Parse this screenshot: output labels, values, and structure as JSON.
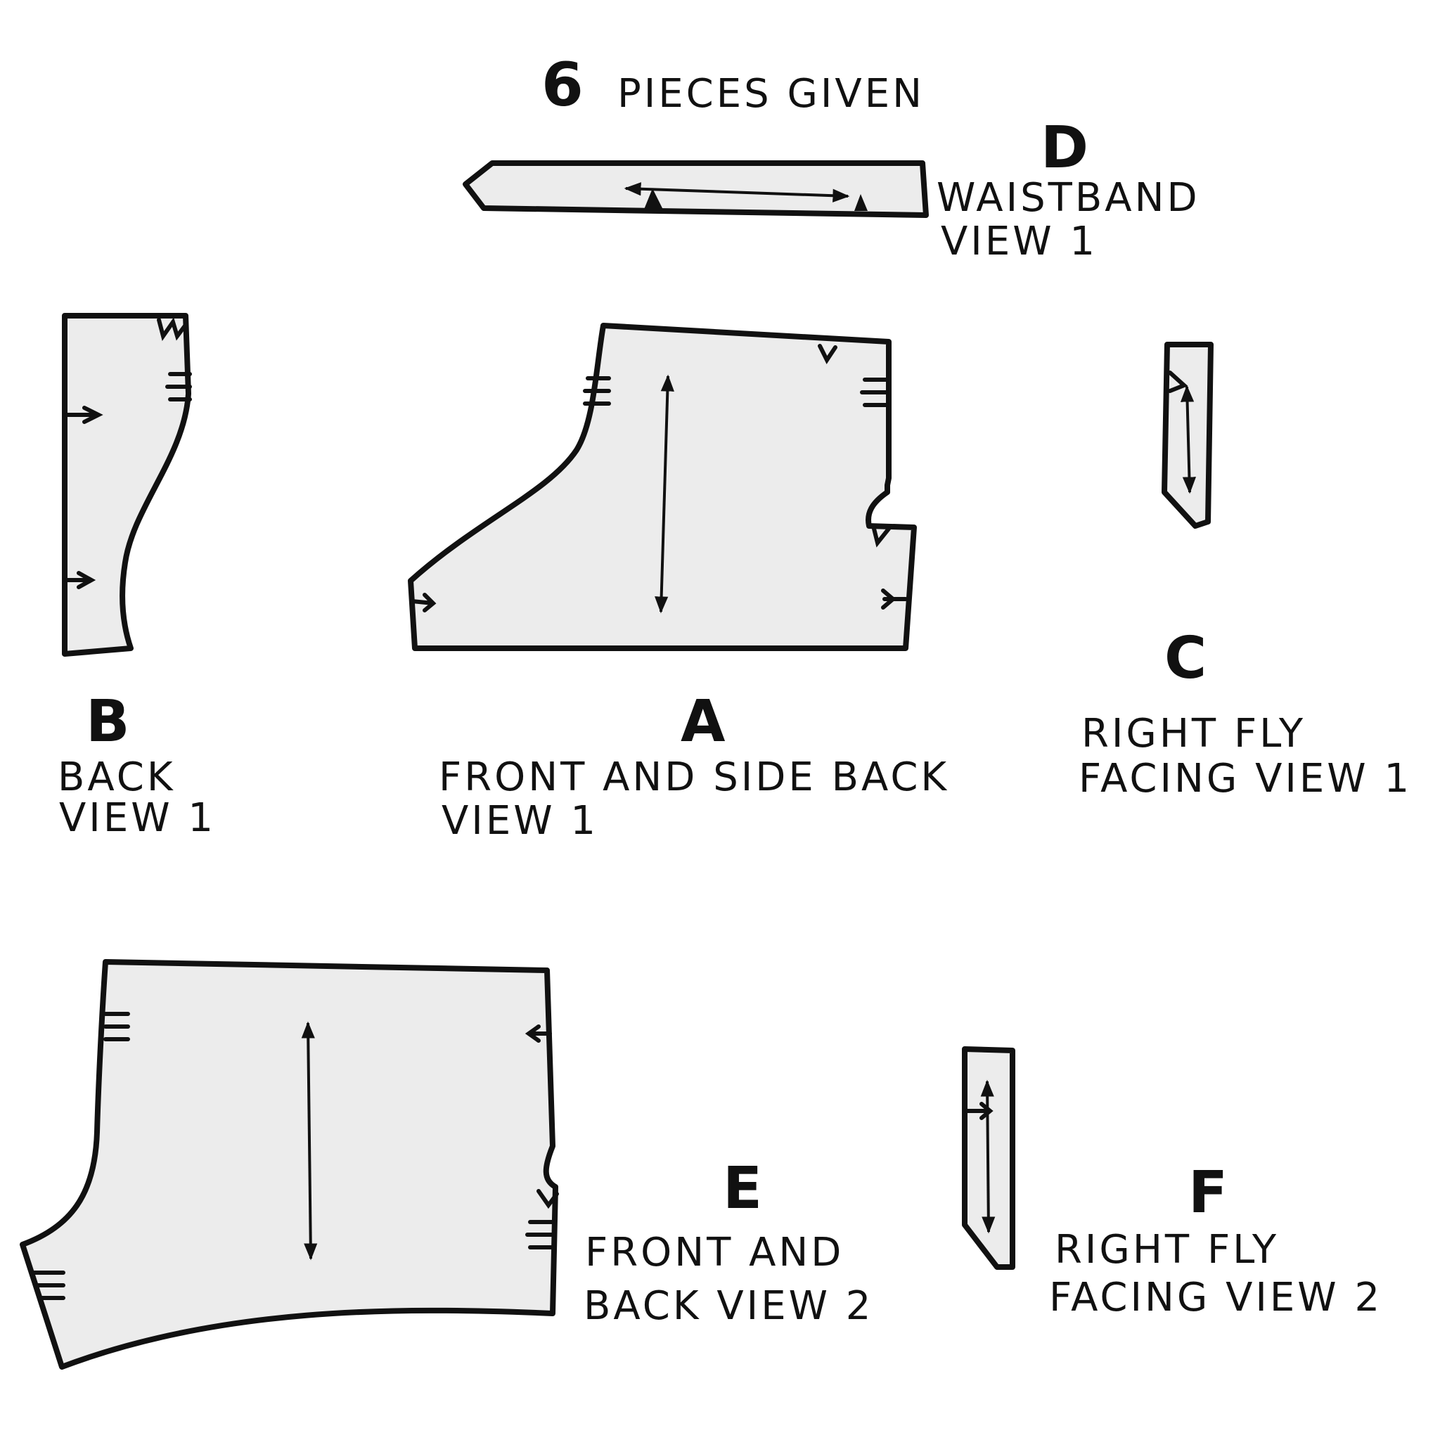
{
  "header": {
    "count": "6",
    "text": "PIECES GIVEN"
  },
  "pieces": {
    "d": {
      "letter": "D",
      "line1": "WAISTBAND",
      "line2": "VIEW 1"
    },
    "b": {
      "letter": "B",
      "line1": "BACK",
      "line2": "VIEW 1"
    },
    "a": {
      "letter": "A",
      "line1": "FRONT AND SIDE BACK",
      "line2": "VIEW 1"
    },
    "c": {
      "letter": "C",
      "line1": "RIGHT FLY",
      "line2": "FACING VIEW 1"
    },
    "e": {
      "letter": "E",
      "line1": "FRONT AND",
      "line2": "BACK VIEW 2"
    },
    "f": {
      "letter": "F",
      "line1": "RIGHT FLY",
      "line2": "FACING VIEW 2"
    }
  }
}
